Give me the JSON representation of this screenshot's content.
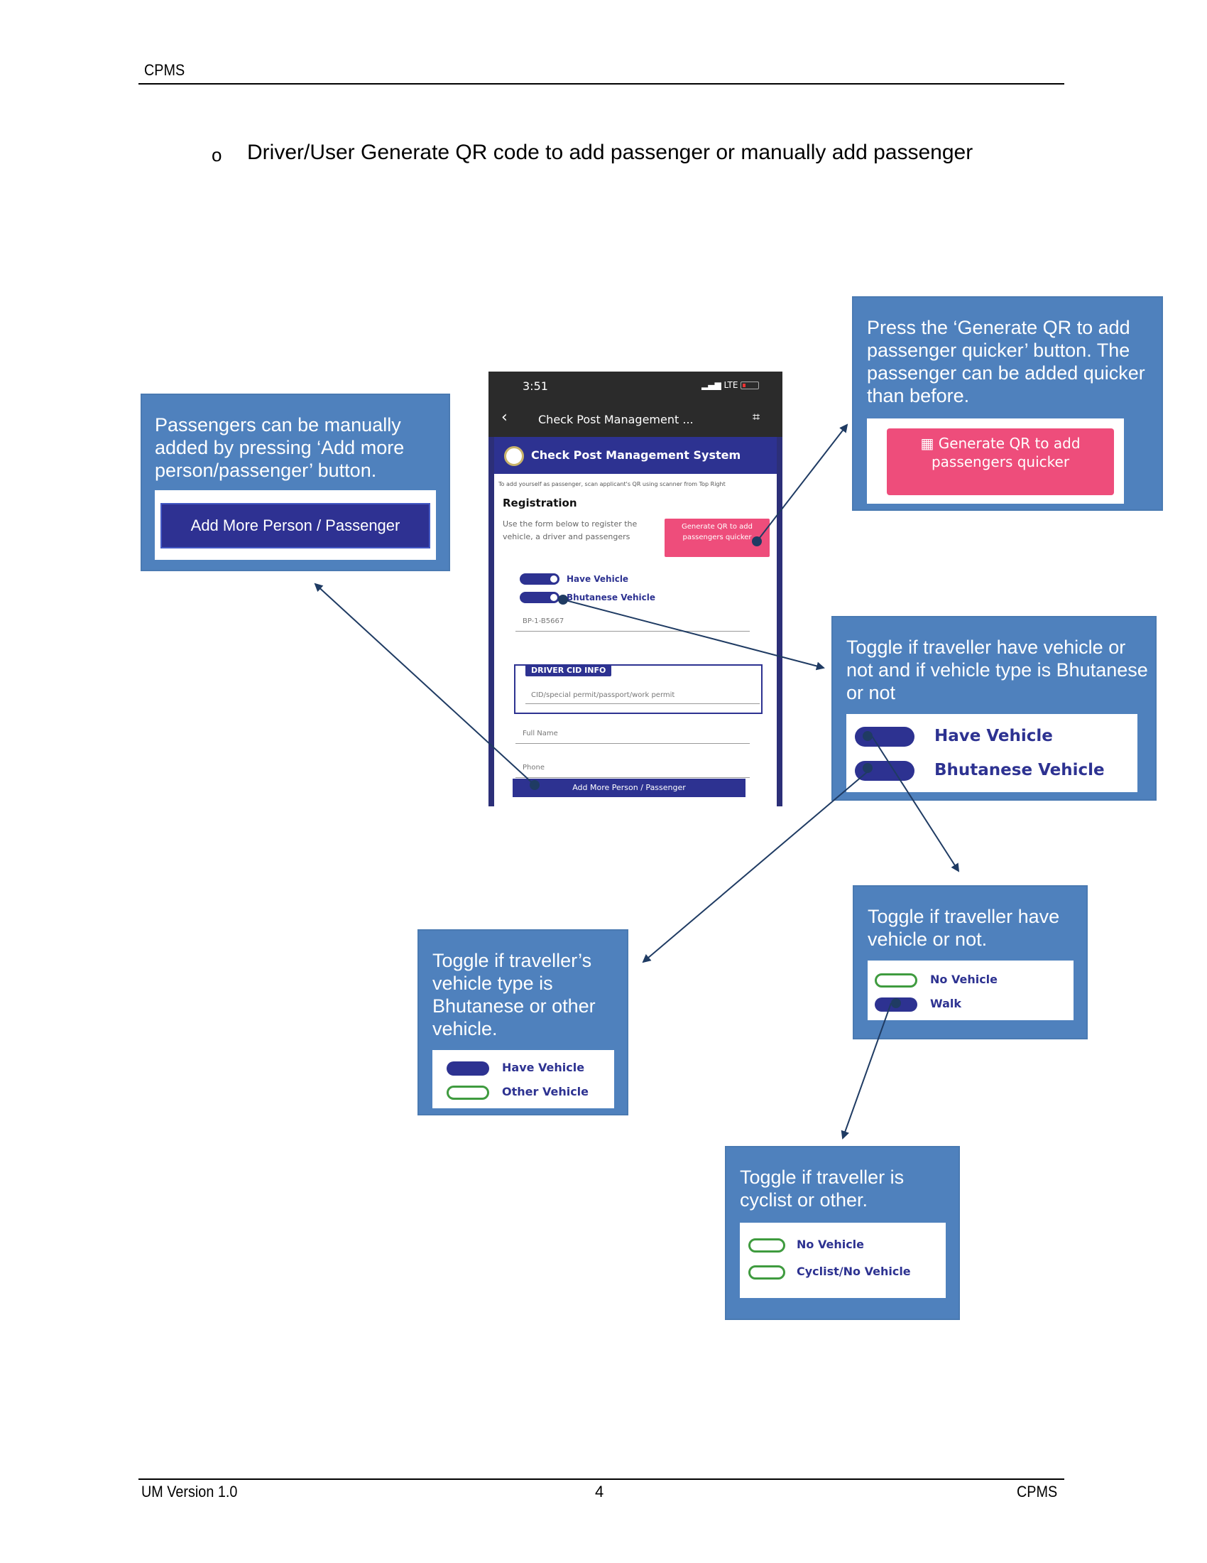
{
  "header": {
    "title": "CPMS"
  },
  "footer": {
    "version": "UM Version 1.0",
    "page": "4",
    "product": "CPMS"
  },
  "bullet": {
    "mark": "o",
    "text": "Driver/User Generate QR code to add passenger or manually add passenger"
  },
  "phone": {
    "status_time": "3:51",
    "status_signal": "LTE",
    "back_glyph": "‹",
    "app_title": "Check Post Management ...",
    "scan_glyph": "⌗",
    "nav_title": "Check Post Management System",
    "hint": "To add yourself as passenger, scan applicant's QR using scanner from Top Right",
    "registration_title": "Registration",
    "registration_desc": "Use the form below to register the vehicle, a driver and passengers",
    "qr_button": "Generate QR to add passengers quicker",
    "toggle_have_vehicle": "Have Vehicle",
    "toggle_bhutanese_vehicle": "Bhutanese Vehicle",
    "vehicle_number": "BP-1-B5667",
    "driver_cid_tag": "DRIVER CID INFO",
    "cid_placeholder": "CID/special permit/passport/work permit",
    "full_name_placeholder": "Full Name",
    "phone_placeholder": "Phone",
    "add_more_button": "Add More Person / Passenger"
  },
  "callouts": {
    "manual_add": {
      "text": "Passengers can be manually added by pressing ‘Add more person/passenger’ button.",
      "button_label": "Add More Person / Passenger"
    },
    "generate_qr": {
      "text": "Press the ‘Generate QR to add passenger quicker’ button. The passenger can be added quicker than before.",
      "button_label": "Generate QR to add passengers quicker"
    },
    "vehicle_toggle": {
      "text": "Toggle if traveller have vehicle or not and if vehicle type is Bhutanese or not",
      "toggle1": "Have Vehicle",
      "toggle2": "Bhutanese Vehicle"
    },
    "have_vehicle": {
      "text": "Toggle if traveller have vehicle or not.",
      "toggle1": "No Vehicle",
      "toggle2": "Walk"
    },
    "vehicle_type": {
      "text": "Toggle if traveller’s vehicle type is Bhutanese or other vehicle.",
      "toggle1": "Have Vehicle",
      "toggle2": "Other Vehicle"
    },
    "cyclist": {
      "text": "Toggle if traveller is cyclist or other.",
      "toggle1": "No Vehicle",
      "toggle2": "Cyclist/No Vehicle"
    }
  },
  "colors": {
    "callout_bg": "#4f81bd",
    "primary": "#2d3291",
    "qr_pink": "#ee4d7b",
    "toggle_off_border": "#3f9b3f",
    "arrow": "#1f3b63"
  }
}
